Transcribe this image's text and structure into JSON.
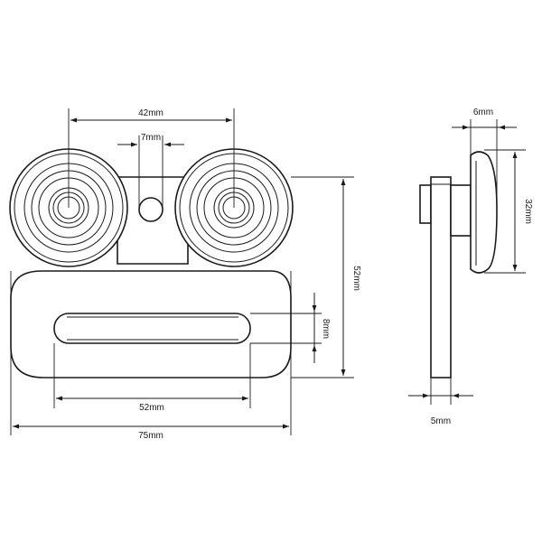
{
  "dimensions": {
    "roller_spacing": "42mm",
    "hole_diameter": "7mm",
    "plate_height": "52mm",
    "slot_height": "8mm",
    "slot_length": "52mm",
    "overall_width": "75mm",
    "roller_thickness": "6mm",
    "roller_diameter": "32mm",
    "plate_thickness": "5mm"
  }
}
